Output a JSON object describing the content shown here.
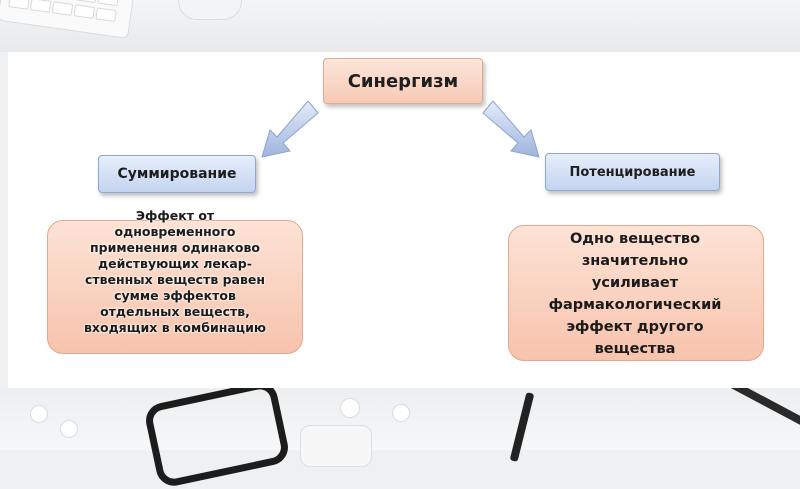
{
  "diagram": {
    "root": {
      "label": "Синергизм"
    },
    "branches": [
      {
        "label": "Суммирование",
        "description": "Эффект от\nодновременного\nприменения одинаково\nдействующих лекар-\nственных веществ равен\nсумме эффектов\nотдельных веществ,\nвходящих в комбинацию"
      },
      {
        "label": "Потенцирование",
        "description": "Одно вещество\nзначительно\nусиливает\nфармакологический\nэффект другого\nвещества"
      }
    ]
  },
  "colors": {
    "root_box": "#f6c9b4",
    "branch_box": "#c4d4f0",
    "description_box": "#f7c3ad",
    "arrow_fill": "#b7c9e8"
  },
  "icons": [
    "arrow-down-left-icon",
    "arrow-down-right-icon"
  ]
}
